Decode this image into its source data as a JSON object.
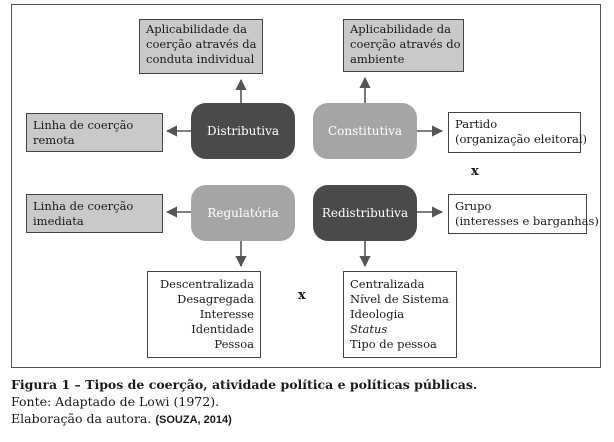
{
  "diagram": {
    "top_left": [
      "Aplicabilidade da",
      "coerção através da",
      "conduta individual"
    ],
    "top_right": [
      "Aplicabilidade da",
      "coerção através do",
      "ambiente"
    ],
    "left_top": [
      "Linha de coerção",
      "remota"
    ],
    "left_bottom": [
      "Linha de coerção",
      "imediata"
    ],
    "right_top": [
      "Partido",
      "(organização eleitoral)"
    ],
    "right_bottom": [
      "Grupo",
      "(interesses e barganhas)"
    ],
    "bottom_left": [
      "Descentralizada",
      "Desagregada",
      "Interesse",
      "Identidade",
      "Pessoa"
    ],
    "bottom_right": [
      "Centralizada",
      "Nível de Sistema",
      "Ideologia",
      "Status",
      "Tipo de pessoa"
    ],
    "center": {
      "distributiva": "Distributiva",
      "constitutiva": "Constitutiva",
      "regulatoria": "Regulatória",
      "redistributiva": "Redistributiva"
    },
    "x_right": "x",
    "x_bottom": "x"
  },
  "caption": {
    "title": "Figura 1 – Tipos de coerção, atividade política e políticas públicas.",
    "source": "Fonte: Adaptado de Lowi (1972).",
    "credit": "Elaboração da autora.",
    "reference": "(SOUZA, 2014)"
  },
  "colors": {
    "dark_pill": "#4a4a4a",
    "light_pill": "#a5a5a5",
    "gray_box": "#c9c9c9"
  }
}
